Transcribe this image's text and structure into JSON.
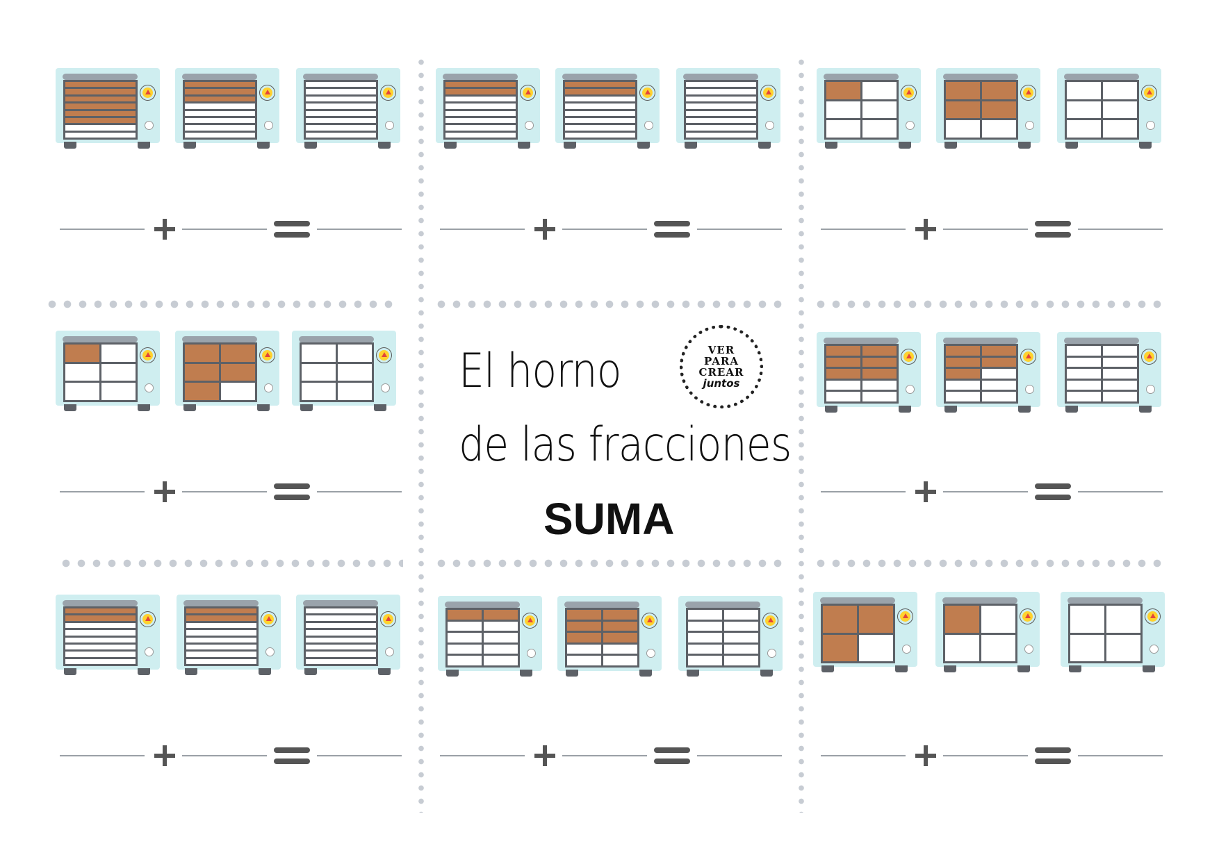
{
  "title": {
    "line1": "El horno",
    "line2": "de las fracciones",
    "line3": "SUMA"
  },
  "logo": {
    "line1": "VER",
    "line2": "PARA",
    "line3": "CREAR",
    "line4": "juntos"
  },
  "colors": {
    "oven_body": "#cfeef0",
    "oven_frame": "#5d6167",
    "knob": "#ffd22e",
    "dots": "#c7ccd3"
  },
  "exercises": [
    {
      "id": 1,
      "parts": 8,
      "addend1_filled": 6,
      "addend2_filled": 3
    },
    {
      "id": 2,
      "parts": 8,
      "addend1_filled": 2,
      "addend2_filled": 2
    },
    {
      "id": 3,
      "parts": 6,
      "addend1_filled": 1,
      "addend2_filled": 4
    },
    {
      "id": 4,
      "parts": 6,
      "addend1_filled": 1,
      "addend2_filled": 5
    },
    {
      "id": 6,
      "parts": 10,
      "addend1_filled": 6,
      "addend2_filled": 5
    },
    {
      "id": 7,
      "parts": 8,
      "addend1_filled": 2,
      "addend2_filled": 2
    },
    {
      "id": 8,
      "parts": 10,
      "addend1_filled": 2,
      "addend2_filled": 6
    },
    {
      "id": 9,
      "parts": 4,
      "addend1_filled": 3,
      "addend2_filled": 1
    }
  ]
}
